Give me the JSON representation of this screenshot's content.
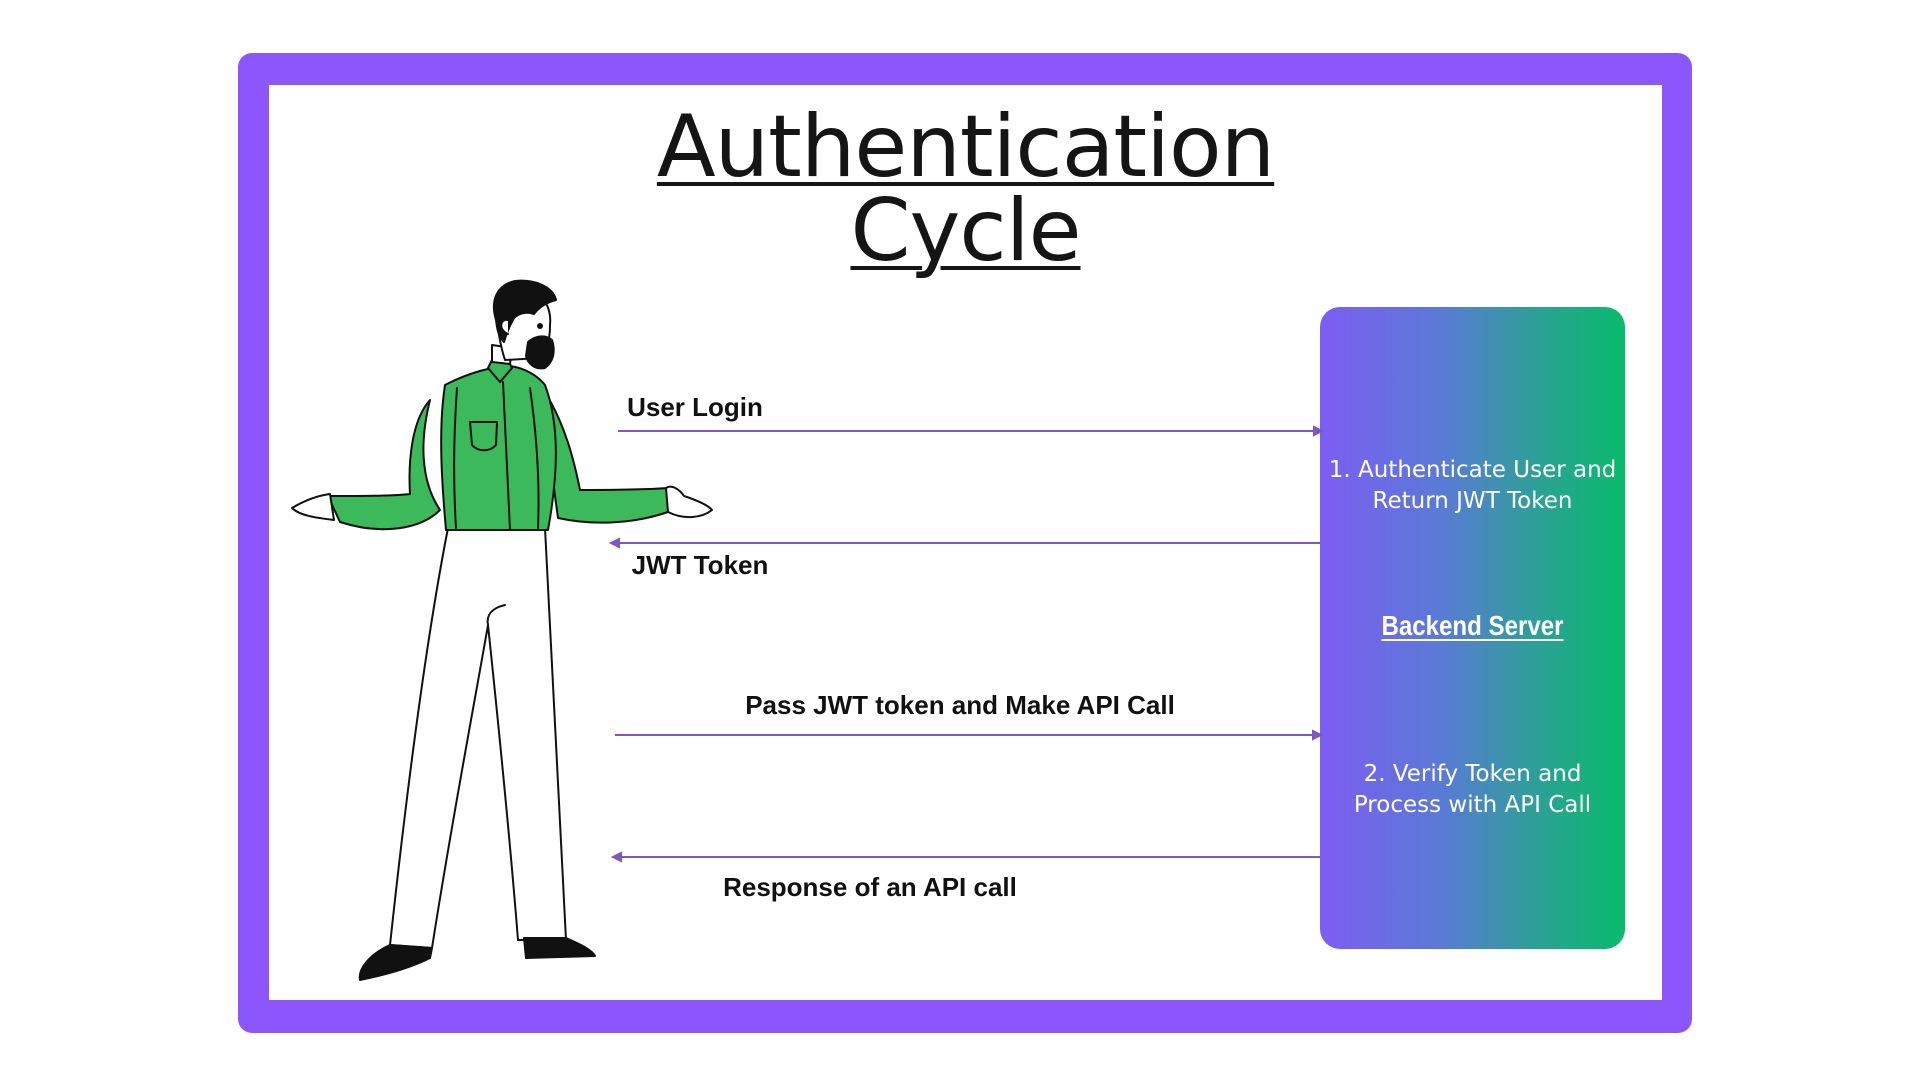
{
  "title": {
    "line1": "Authentication",
    "line2": "Cycle"
  },
  "server": {
    "step1_line1": "1. Authenticate User and",
    "step1_line2": "Return JWT Token",
    "name": "Backend Server",
    "step2_line1": "2. Verify Token and",
    "step2_line2": "Process with API Call"
  },
  "messages": {
    "user_login": "User Login",
    "jwt_token": "JWT Token",
    "pass_jwt": "Pass JWT token and Make API Call",
    "response": "Response of an API call"
  },
  "colors": {
    "frame": "#8b57fc",
    "arrow": "#7e57c2",
    "shirt": "#3cb95a",
    "gradient_start": "#7d5df3",
    "gradient_end": "#08bb6b"
  },
  "icons": {
    "person": "person-illustration-icon"
  }
}
